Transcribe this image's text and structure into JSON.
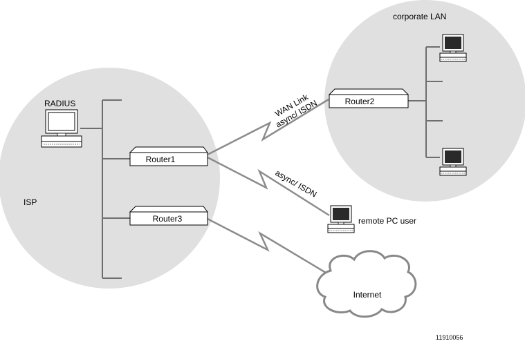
{
  "labels": {
    "corporate_lan": "corporate LAN",
    "radius": "RADIUS",
    "isp": "ISP",
    "router1": "Router1",
    "router2": "Router2",
    "router3": "Router3",
    "wan_link_line1": "WAN Link",
    "wan_link_line2": "async/ ISDN",
    "async_isdn": "async/ ISDN",
    "remote_pc_user": "remote PC user",
    "internet": "Internet",
    "figure_id": "11910056"
  },
  "icons": {
    "computer": "computer-icon",
    "router": "router-icon",
    "cloud": "cloud-icon"
  },
  "colors": {
    "region_fill": "#e0e0e0",
    "link": "#8c8c8c",
    "bus": "#6e6e6e"
  }
}
